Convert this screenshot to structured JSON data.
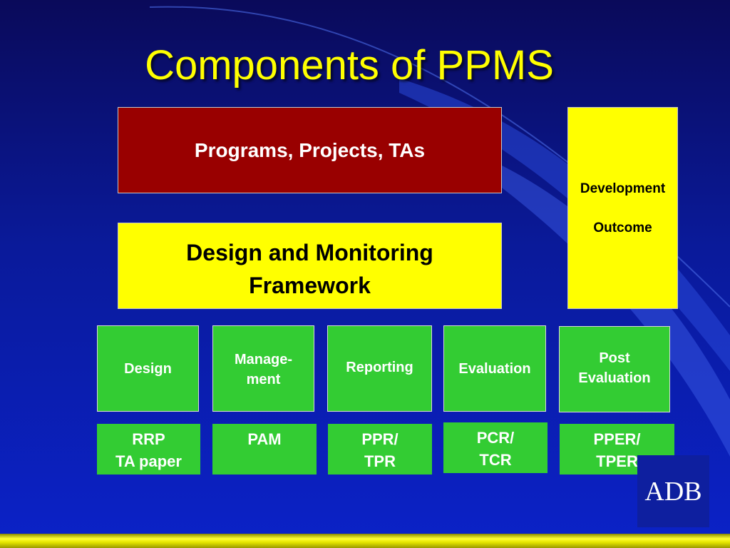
{
  "slide": {
    "title": "Components of PPMS",
    "colors": {
      "background": "#0b1fb8",
      "title": "#ffff00",
      "red_box": "#990000",
      "yellow_box": "#ffff00",
      "green_box": "#33cc33",
      "bottom_bar": "#ffff33"
    }
  },
  "programs_box": {
    "label": "Programs, Projects, TAs"
  },
  "framework_box": {
    "label": "Design and Monitoring Framework"
  },
  "outcome_box": {
    "line1": "Development",
    "line2": "Outcome"
  },
  "stages": [
    {
      "label": "Design"
    },
    {
      "label": "Manage-\nment"
    },
    {
      "label": "Reporting"
    },
    {
      "label": "Evaluation"
    },
    {
      "label": "Post\nEvaluation"
    }
  ],
  "documents": [
    {
      "label": "RRP\nTA paper"
    },
    {
      "label": "PAM"
    },
    {
      "label": "PPR/\nTPR"
    },
    {
      "label": "PCR/\nTCR"
    },
    {
      "label": "PPER/\nTPER"
    }
  ],
  "logo": {
    "text": "ADB"
  }
}
